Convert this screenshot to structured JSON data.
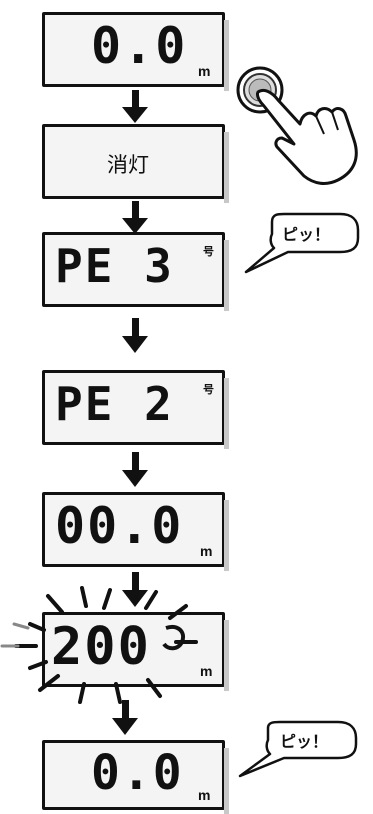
{
  "steps": {
    "display1": {
      "value": "0.0",
      "unit": "m"
    },
    "display2": {
      "label": "消灯"
    },
    "display3": {
      "value": "PE 3",
      "unit": "号"
    },
    "display4": {
      "value": "PE 2",
      "unit": "号"
    },
    "display5": {
      "value": "00.0",
      "unit": "m"
    },
    "display6": {
      "value": "200",
      "unit": "m"
    },
    "display7": {
      "value": "0.0",
      "unit": "m"
    }
  },
  "bubbles": {
    "beep1": "ピッ！",
    "beep2": "ピッ！"
  },
  "icons": {
    "press": "hand-pressing-button-icon",
    "flow": "arrow-down-icon",
    "blink": "blinking-rays-icon"
  }
}
